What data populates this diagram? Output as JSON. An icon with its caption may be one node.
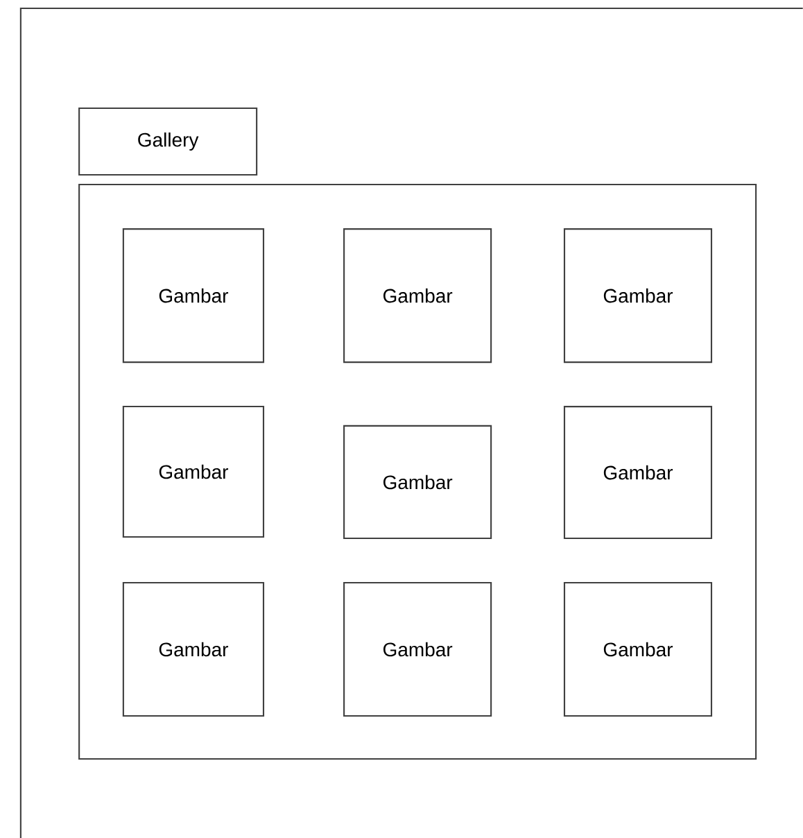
{
  "diagram": {
    "nodes": [
      {
        "text": [
          "Gallery"
        ]
      },
      {
        "text": [],
        "shape": "box"
      },
      {
        "text": [
          "Gambar"
        ],
        "in": 1
      },
      {
        "text": [
          "Gambar"
        ],
        "in": 1
      },
      {
        "text": [
          "Gambar"
        ],
        "in": 1
      },
      {
        "text": [
          "Gambar"
        ],
        "in": 1
      },
      {
        "text": [
          "Gambar"
        ],
        "in": 1
      },
      {
        "text": [
          "Gambar"
        ],
        "in": 1
      },
      {
        "text": [
          "Gambar"
        ],
        "in": 1
      },
      {
        "text": [
          "Gambar"
        ],
        "in": 1
      },
      {
        "text": [
          "Gambar"
        ],
        "in": 1
      }
    ]
  }
}
